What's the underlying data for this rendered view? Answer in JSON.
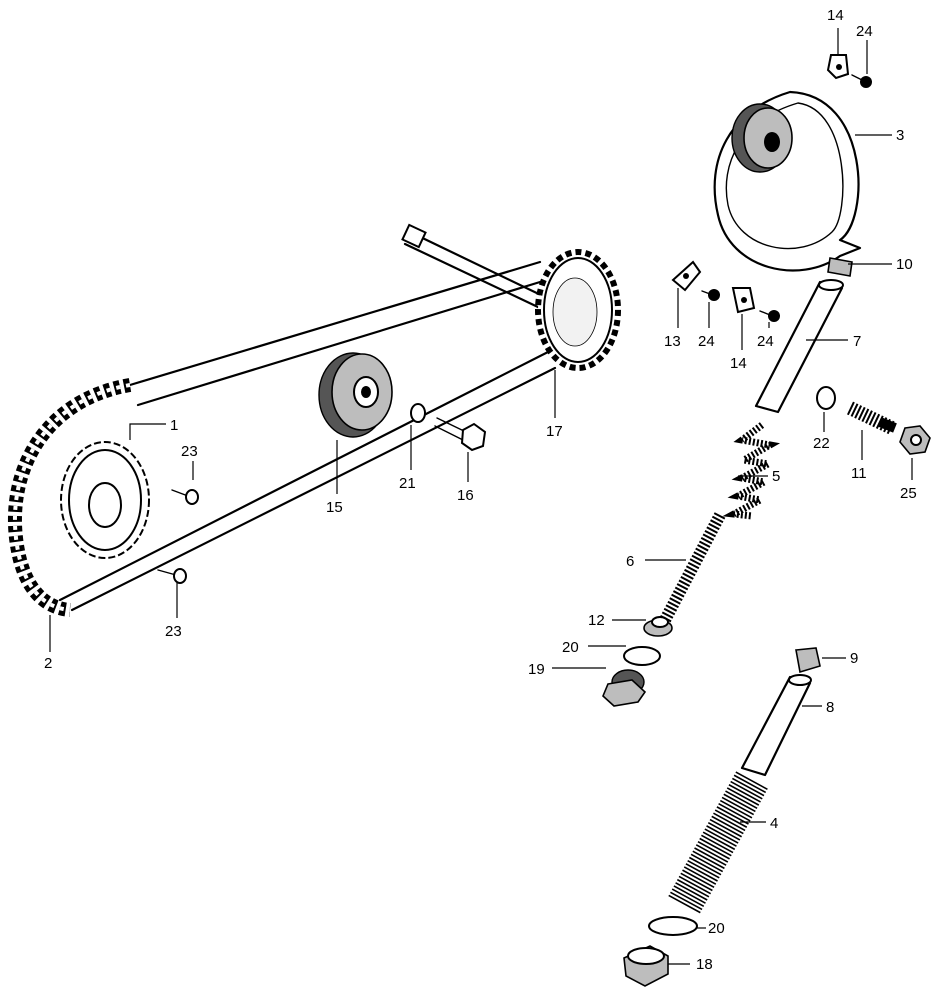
{
  "parts": {
    "drive_sprocket": "1",
    "drive_chain": "2",
    "chain_guide_plate": "3",
    "tensioner_spring_lower": "4",
    "tensioner_spring_upper": "5",
    "push_rod": "6",
    "tensioner_tube_upper": "7",
    "tensioner_tube_lower": "8",
    "tube_cap": "9",
    "tube_end_cap": "10",
    "adjuster_bolt": "11",
    "rod_cap": "12",
    "guide_bracket_left": "13",
    "clip_top": "14",
    "clip_lower": "14",
    "chain_roller": "15",
    "flange_bolt": "16",
    "driven_sprocket": "17",
    "sealing_bolt_lower": "18",
    "sealing_bolt_upper": "19",
    "washer_upper": "20",
    "washer_lower": "20",
    "roller_washer": "21",
    "o_ring": "22",
    "screw_upper": "23",
    "screw_lower": "23",
    "screw_top": "24",
    "screw_bracket_left": "24",
    "screw_bracket_right": "24",
    "lock_nut": "25"
  }
}
